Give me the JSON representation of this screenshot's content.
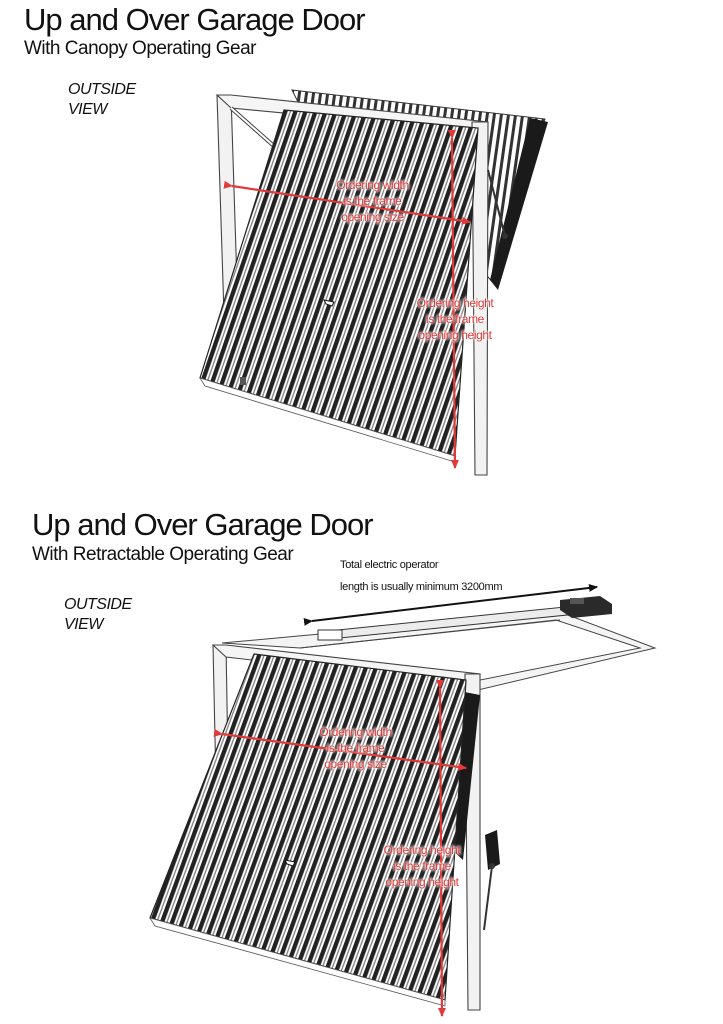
{
  "diagram1": {
    "title": "Up and Over Garage Door",
    "subtitle": "With Canopy Operating Gear",
    "view_line1": "OUTSIDE",
    "view_line2": "VIEW",
    "width_label": [
      "Ordering width",
      "is the frame",
      "opening size"
    ],
    "height_label": [
      "Ordering height",
      "is the frame",
      "opening height"
    ]
  },
  "diagram2": {
    "title": "Up and Over Garage Door",
    "subtitle": "With Retractable Operating Gear",
    "view_line1": "OUTSIDE",
    "view_line2": "VIEW",
    "operator_note": [
      "Total electric operator",
      "length is usually  minimum 3200mm"
    ],
    "width_label": [
      "Ordering width",
      "is the frame",
      "opening size"
    ],
    "height_label": [
      "Ordering height",
      "is the frame",
      "opening height"
    ]
  },
  "colors": {
    "dimension_arrow": "#e03a3a",
    "frame_line": "#333333",
    "panel_stripe": "#222222",
    "motor": "#2a2a2a"
  },
  "icons": [
    "handle-icon",
    "operator-motor-icon",
    "arm-bracket-icon"
  ]
}
